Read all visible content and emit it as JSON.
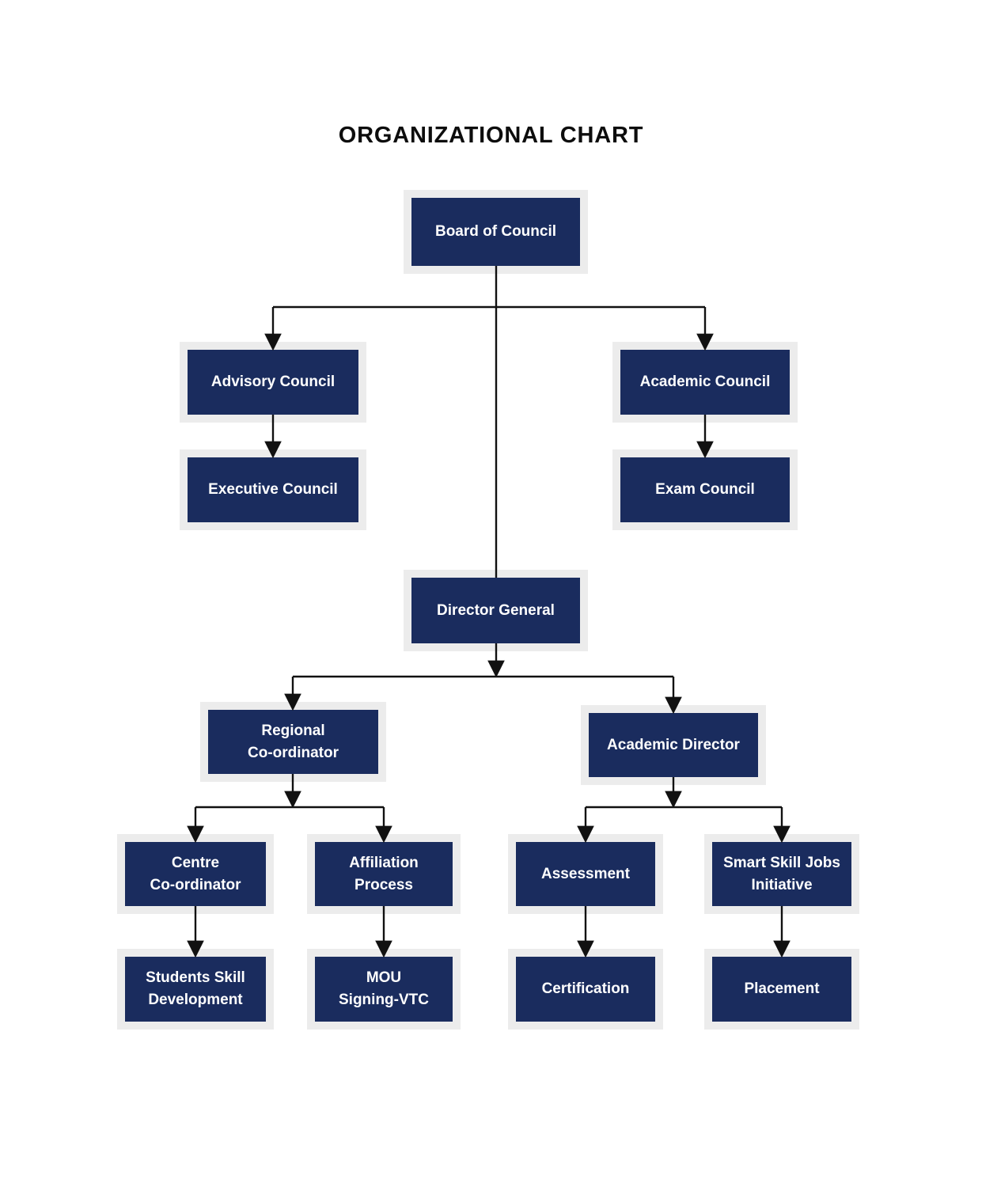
{
  "title": "ORGANIZATIONAL CHART",
  "colors": {
    "box_fill": "#1a2c5e",
    "box_text": "#ffffff",
    "box_halo": "#ececec",
    "connector": "#111111",
    "title": "#0d0d0d",
    "background": "#ffffff"
  },
  "nodes": {
    "board": {
      "label": "Board of Council"
    },
    "advisory": {
      "label": "Advisory Council"
    },
    "executive": {
      "label": "Executive Council"
    },
    "academic_council": {
      "label": "Academic Council"
    },
    "exam": {
      "label": "Exam Council"
    },
    "director_general": {
      "label": "Director General"
    },
    "regional": {
      "label": "Regional\nCo-ordinator"
    },
    "academic_director": {
      "label": "Academic Director"
    },
    "centre": {
      "label": "Centre\nCo-ordinator"
    },
    "affiliation": {
      "label": "Affiliation\nProcess"
    },
    "assessment": {
      "label": "Assessment"
    },
    "smart_skill": {
      "label": "Smart Skill Jobs\nInitiative"
    },
    "students": {
      "label": "Students Skill\nDevelopment"
    },
    "mou": {
      "label": "MOU\nSigning-VTC"
    },
    "certification": {
      "label": "Certification"
    },
    "placement": {
      "label": "Placement"
    }
  },
  "edges": [
    {
      "from": "board",
      "to": "advisory"
    },
    {
      "from": "board",
      "to": "academic_council"
    },
    {
      "from": "board",
      "to": "director_general"
    },
    {
      "from": "advisory",
      "to": "executive"
    },
    {
      "from": "academic_council",
      "to": "exam"
    },
    {
      "from": "director_general",
      "to": "regional"
    },
    {
      "from": "director_general",
      "to": "academic_director"
    },
    {
      "from": "regional",
      "to": "centre"
    },
    {
      "from": "regional",
      "to": "affiliation"
    },
    {
      "from": "academic_director",
      "to": "assessment"
    },
    {
      "from": "academic_director",
      "to": "smart_skill"
    },
    {
      "from": "centre",
      "to": "students"
    },
    {
      "from": "affiliation",
      "to": "mou"
    },
    {
      "from": "assessment",
      "to": "certification"
    },
    {
      "from": "smart_skill",
      "to": "placement"
    }
  ]
}
